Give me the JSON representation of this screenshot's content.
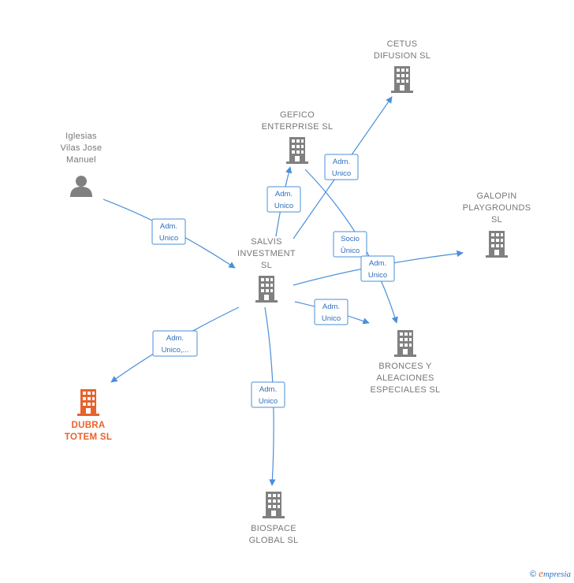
{
  "colors": {
    "company": "#808080",
    "focus_company": "#e8622c",
    "person": "#808080",
    "edge": "#4a8fd9"
  },
  "nodes": {
    "cetus": {
      "type": "company",
      "lines": [
        "CETUS",
        "DIFUSION SL"
      ]
    },
    "gefico": {
      "type": "company",
      "lines": [
        "GEFICO",
        "ENTERPRISE SL"
      ]
    },
    "iglesias": {
      "type": "person",
      "lines": [
        "Iglesias",
        "Vilas Jose",
        "Manuel"
      ]
    },
    "galopin": {
      "type": "company",
      "lines": [
        "GALOPIN",
        "PLAYGROUNDS",
        "SL"
      ]
    },
    "salvis": {
      "type": "company",
      "lines": [
        "SALVIS",
        "INVESTMENT",
        "SL"
      ]
    },
    "bronces": {
      "type": "company",
      "lines": [
        "BRONCES Y",
        "ALEACIONES",
        "ESPECIALES SL"
      ]
    },
    "dubra": {
      "type": "company_focus",
      "lines": [
        "DUBRA",
        "TOTEM  SL"
      ]
    },
    "biospace": {
      "type": "company",
      "lines": [
        "BIOSPACE",
        "GLOBAL  SL"
      ]
    }
  },
  "edges": [
    {
      "id": "iglesias-salvis",
      "lines": [
        "Adm.",
        "Unico"
      ]
    },
    {
      "id": "salvis-gefico",
      "lines": [
        "Adm.",
        "Unico"
      ]
    },
    {
      "id": "salvis-cetus",
      "lines": [
        "Adm.",
        "Unico"
      ]
    },
    {
      "id": "gefico-bronces",
      "lines": [
        "Socio",
        "Único"
      ]
    },
    {
      "id": "salvis-galopin",
      "lines": [
        "Adm.",
        "Unico"
      ]
    },
    {
      "id": "salvis-bronces",
      "lines": [
        "Adm.",
        "Unico"
      ]
    },
    {
      "id": "salvis-dubra",
      "lines": [
        "Adm.",
        "Unico,..."
      ]
    },
    {
      "id": "salvis-biospace",
      "lines": [
        "Adm.",
        "Unico"
      ]
    }
  ],
  "footer": {
    "copyright": "©",
    "brand_initial": "e",
    "brand_rest": "mpresia"
  }
}
